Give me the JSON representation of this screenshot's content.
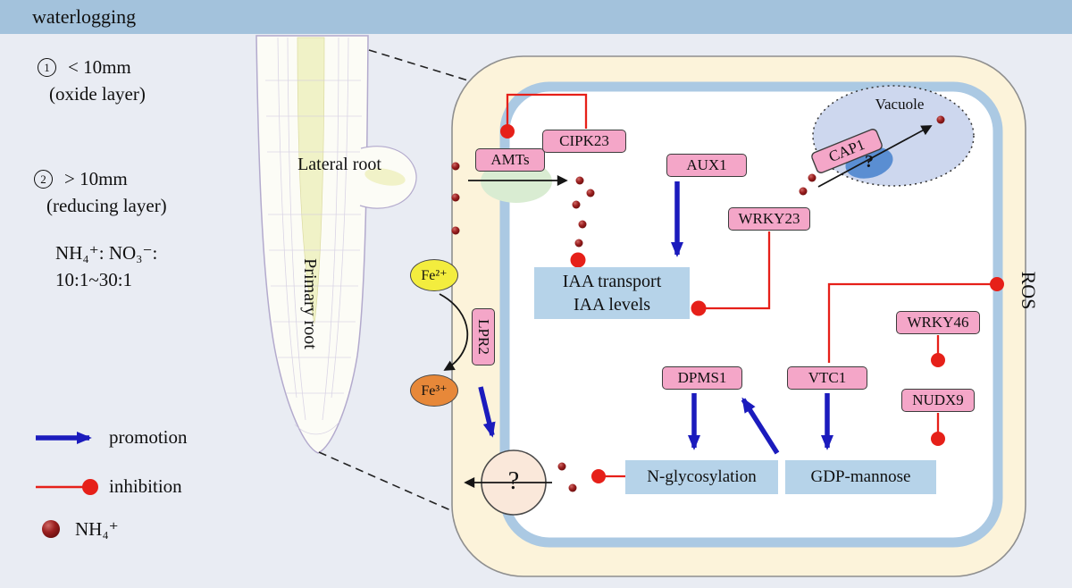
{
  "colors": {
    "banner_blue": "#a3c2dc",
    "background": "#e9ecf3",
    "cell_wall_fill": "#fcf3da",
    "membrane_blue": "#abc9e3",
    "gene_pink": "#f4a6c8",
    "process_blue": "#b6d3e9",
    "promotion_blue": "#1b1bbd",
    "inhibition_red": "#e62019",
    "nh4_maroon": "#7a1414",
    "fe2_yellow": "#f3ed3e",
    "fe3_orange": "#e78839",
    "vacuole_fill": "#cdd7ee"
  },
  "header": {
    "title": "waterlogging"
  },
  "left_panel": {
    "zone1": {
      "num": "1",
      "size": "< 10mm",
      "label": "(oxide layer)"
    },
    "zone2": {
      "num": "2",
      "size": "> 10mm",
      "label": "(reducing layer)"
    },
    "ratio_line1": "NH₄⁺: NO₃⁻:",
    "ratio_line2": "10:1~30:1"
  },
  "root": {
    "lateral": "Lateral root",
    "primary": "Primary root"
  },
  "cell": {
    "vacuole_label": "Vacuole",
    "vacuole_question": "?",
    "transporter_question": "?",
    "ros": "ROS",
    "genes": {
      "amts": "AMTs",
      "cipk23": "CIPK23",
      "aux1": "AUX1",
      "wrky23": "WRKY23",
      "cap1": "CAP1",
      "wrky46": "WRKY46",
      "nudx9": "NUDX9",
      "dpms1": "DPMS1",
      "vtc1": "VTC1",
      "lpr2": "LPR2"
    },
    "processes": {
      "iaa_line1": "IAA transport",
      "iaa_line2": "IAA levels",
      "n_glycosylation": "N-glycosylation",
      "gdp_mannose": "GDP-mannose"
    },
    "ions": {
      "fe2": "Fe²⁺",
      "fe3": "Fe³⁺"
    }
  },
  "legend": {
    "promotion": "promotion",
    "inhibition": "inhibition",
    "nh4": "NH₄⁺"
  }
}
